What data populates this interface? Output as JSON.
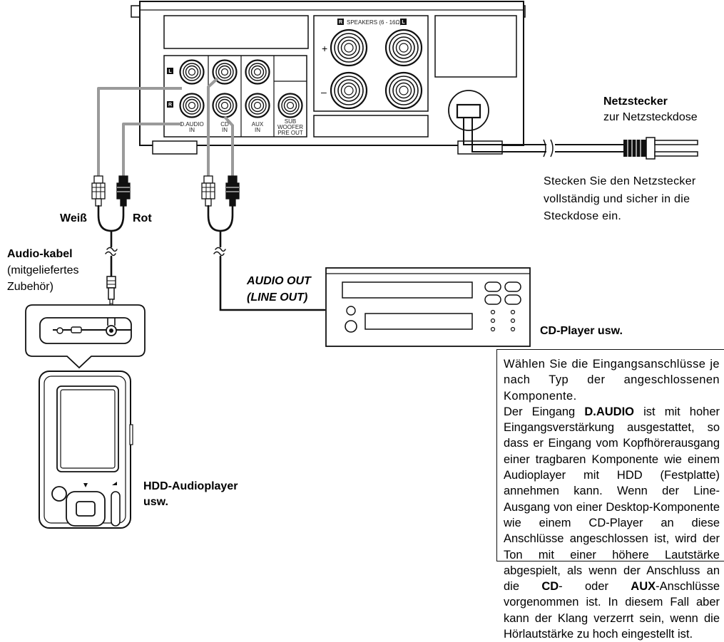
{
  "device_labels": {
    "speakers_header": "SPEAKERS (6 - 16Ω)",
    "channel_l": "L",
    "channel_r": "R",
    "plus": "+",
    "minus": "–",
    "d_audio_in_1": "D.AUDIO",
    "d_audio_in_2": "IN",
    "cd_in_1": "CD",
    "cd_in_2": "IN",
    "aux_in_1": "AUX",
    "aux_in_2": "IN",
    "subwoofer_1": "SUB",
    "subwoofer_2": "WOOFER",
    "subwoofer_3": "PRE OUT"
  },
  "labels": {
    "netzstecker_title": "Netzstecker",
    "netzstecker_sub": "zur Netzsteckdose",
    "plug_note_1": "Stecken Sie den Netzstecker",
    "plug_note_2": "vollständig und sicher in die",
    "plug_note_3": "Steckdose ein.",
    "white": "Weiß",
    "red": "Rot",
    "audio_kabel_title": "Audio-kabel",
    "audio_kabel_sub1": "(mitgeliefertes",
    "audio_kabel_sub2": "Zubehör)",
    "audio_out": "AUDIO OUT",
    "line_out": "(LINE OUT)",
    "cd_player": "CD-Player usw.",
    "hdd_player_1": "HDD-Audioplayer",
    "hdd_player_2": "usw."
  },
  "note": {
    "p1": "Wählen Sie die Eingangsanschlüsse je nach Typ der angeschlossenen Komponente.",
    "p2_a": "Der Eingang ",
    "p2_b": "D.AUDIO",
    "p2_c": " ist mit hoher Eingangsverstärkung ausgestattet, so dass er Eingang vom Kopfhörerausgang einer tragbaren Komponente wie einem Audioplayer mit HDD (Festplatte) annehmen kann. Wenn der Line-Ausgang von einer Desktop-Komponente wie einem CD-Player an diese Anschlüsse angeschlossen ist, wird der Ton mit einer höhere Lautstärke abgespielt, als wenn der Anschluss an die ",
    "p2_d": "CD",
    "p2_e": "- oder ",
    "p2_f": "AUX",
    "p2_g": "-Anschlüsse vorgenommen ist. In diesem Fall aber kann der Klang verzerrt sein, wenn die Hörlautstärke zu hoch eingestellt ist."
  },
  "colors": {
    "line": "#1a1a1a",
    "cable_gray": "#9a9a9a",
    "text": "#000000"
  }
}
